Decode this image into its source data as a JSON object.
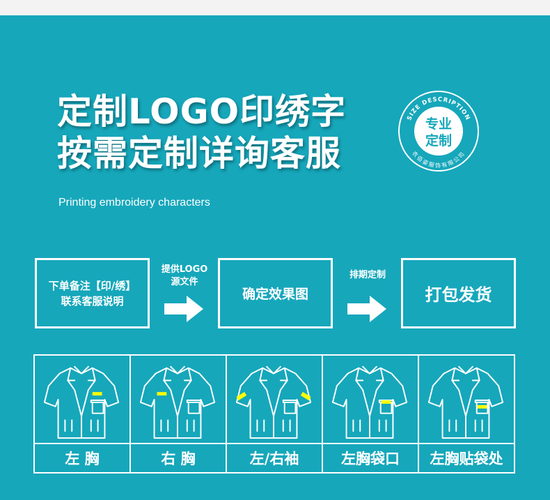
{
  "header": {
    "title_line1": "定制LOGO印绣字",
    "title_line2": "按需定制详询客服",
    "subtitle": "Printing embroidery characters"
  },
  "stamp": {
    "ring_text_top": "SIZE DESCRIPTION",
    "ring_text_bottom": "衣佰姿服饰有限公司",
    "center_line1": "专业",
    "center_line2": "定制"
  },
  "steps": [
    {
      "line1": "下单备注【印/绣】",
      "line2": "联系客服说明"
    },
    {
      "label": "确定效果图"
    },
    {
      "label": "打包发货"
    }
  ],
  "arrows": [
    {
      "line1": "提供LOGO",
      "line2": "源文件"
    },
    {
      "line1": "排期定制"
    }
  ],
  "positions": [
    {
      "label": "左 胸",
      "mark": "left-chest"
    },
    {
      "label": "右 胸",
      "mark": "right-chest"
    },
    {
      "label": "左/右袖",
      "mark": "sleeves"
    },
    {
      "label": "左胸袋口",
      "mark": "pocket-opening"
    },
    {
      "label": "左胸贴袋处",
      "mark": "patch-pocket"
    }
  ],
  "colors": {
    "background": "#16a7bb",
    "highlight": "#ffff00",
    "foreground": "#ffffff"
  }
}
